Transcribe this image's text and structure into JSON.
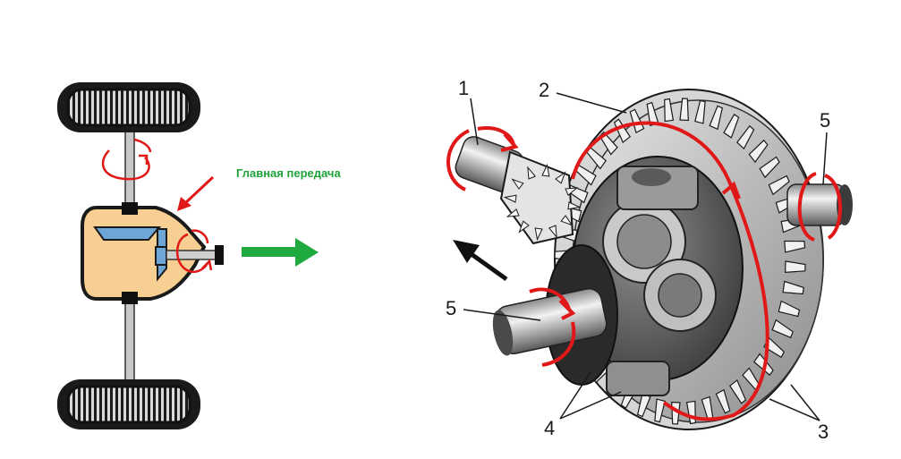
{
  "caption": "Главная передача",
  "callouts": {
    "c1": "1",
    "c2": "2",
    "c3": "3",
    "c4": "4",
    "c5_right": "5",
    "c5_left": "5"
  },
  "colors": {
    "housing": "#f7cf93",
    "gear_blue": "#6ea6d8",
    "rotation_arrow": "#e01818",
    "pointer_arrow": "#e01818",
    "flow_arrow": "#1faa3f",
    "caption": "#1ea23a"
  },
  "icons": {
    "tire": "tire-icon",
    "rotation": "rotation-arrow-icon",
    "flow": "arrow-right-icon",
    "direction": "arrow-up-left-icon"
  }
}
